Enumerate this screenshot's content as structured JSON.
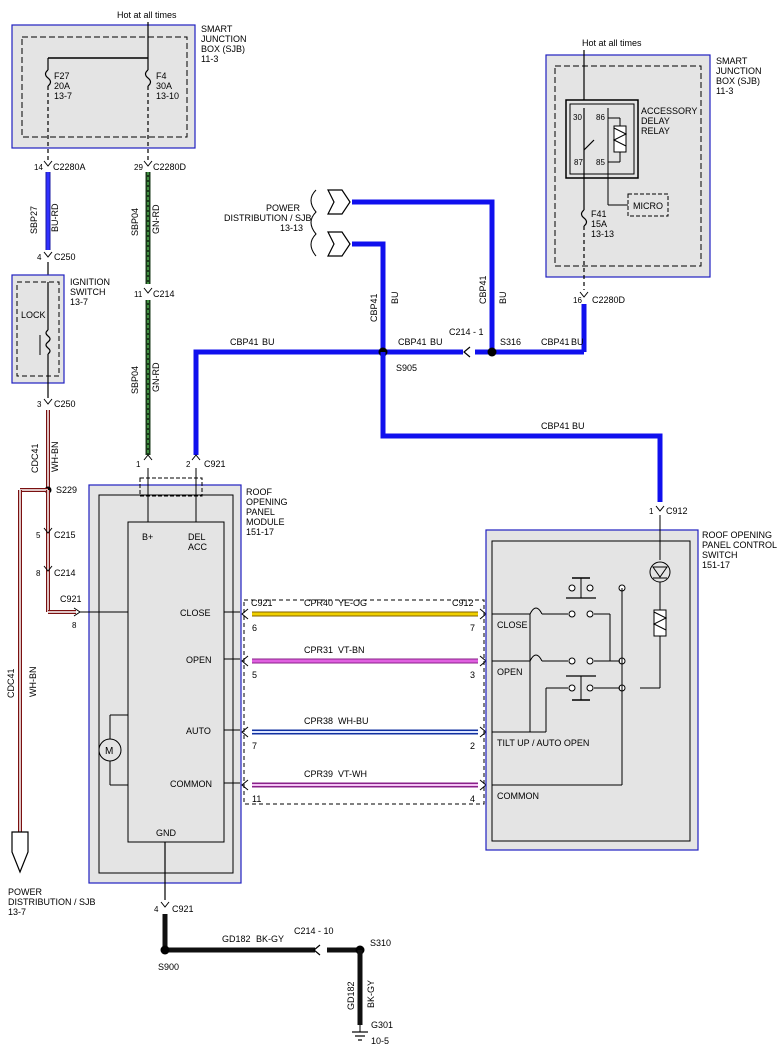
{
  "hot_at_all_times": "Hot at all times",
  "sjb_left": {
    "name_1": "SMART",
    "name_2": "JUNCTION",
    "name_3": "BOX (SJB)",
    "ref": "11-3",
    "fuse_a": {
      "id": "F27",
      "amps": "20A",
      "ref": "13-7"
    },
    "fuse_b": {
      "id": "F4",
      "amps": "30A",
      "ref": "13-10"
    }
  },
  "sjb_right": {
    "name_1": "SMART",
    "name_2": "JUNCTION",
    "name_3": "BOX (SJB)",
    "ref": "11-3",
    "relay_1": "ACCESSORY",
    "relay_2": "DELAY",
    "relay_3": "RELAY",
    "pin_30": "30",
    "pin_86": "86",
    "pin_87": "87",
    "pin_85": "85",
    "micro": "MICRO",
    "fuse": {
      "id": "F41",
      "amps": "15A",
      "ref": "13-13"
    }
  },
  "connectors": {
    "c2280a_pin": "14",
    "c2280a": "C2280A",
    "c2280d_pin": "29",
    "c2280d": "C2280D",
    "c250_top_pin": "4",
    "c250": "C250",
    "c250_bot_pin": "3",
    "c214_pin": "11",
    "c214": "C214",
    "c2280d_r_pin": "16",
    "c214_1": "C214 - 1",
    "c921_pin1": "1",
    "c921_pin2": "2",
    "c921": "C921",
    "c912_pin": "1",
    "c912": "C912",
    "c215_pin": "5",
    "c215": "C215",
    "c214_b_pin": "8",
    "c921_close_pin": "8",
    "c921_gnd_pin": "4",
    "c214_10": "C214 - 10",
    "s229": "S229",
    "s905": "S905",
    "s316": "S316",
    "s310": "S310",
    "s900": "S900",
    "g301": "G301",
    "g301_ref": "10-5"
  },
  "wires": {
    "sbp27": "SBP27",
    "bu_rd": "BU-RD",
    "sbp04": "SBP04",
    "gn_rd": "GN-RD",
    "cdc41": "CDC41",
    "wh_bn": "WH-BN",
    "cbp41": "CBP41",
    "bu": "BU",
    "cpr40": "CPR40",
    "ye_og": "YE-OG",
    "cpr31": "CPR31",
    "vt_bn": "VT-BN",
    "cpr38": "CPR38",
    "wh_bu": "WH-BU",
    "cpr39": "CPR39",
    "vt_wh": "VT-WH",
    "gd182": "GD182",
    "bk_gy": "BK-GY"
  },
  "ignition": {
    "name_1": "IGNITION",
    "name_2": "SWITCH",
    "ref": "13-7",
    "lock": "LOCK"
  },
  "power_dist_top": {
    "name_1": "POWER",
    "name_2": "DISTRIBUTION / SJB",
    "ref": "13-13"
  },
  "power_dist_bottom": {
    "name_1": "POWER",
    "name_2": "DISTRIBUTION / SJB",
    "ref": "13-7"
  },
  "module": {
    "name_1": "ROOF",
    "name_2": "OPENING",
    "name_3": "PANEL",
    "name_4": "MODULE",
    "ref": "151-17",
    "b_plus": "B+",
    "del": "DEL",
    "acc": "ACC",
    "close": "CLOSE",
    "open": "OPEN",
    "auto": "AUTO",
    "common": "COMMON",
    "gnd": "GND",
    "motor": "M",
    "pin_close": "6",
    "pin_open": "5",
    "pin_auto": "7",
    "pin_common": "11"
  },
  "switch": {
    "name_1": "ROOF OPENING",
    "name_2": "PANEL CONTROL",
    "name_3": "SWITCH",
    "ref": "151-17",
    "close": "CLOSE",
    "open": "OPEN",
    "tilt": "TILT UP / AUTO OPEN",
    "common": "COMMON",
    "pin_close": "7",
    "pin_open": "3",
    "pin_auto": "2",
    "pin_common": "4"
  },
  "colors": {
    "blue": "#1010ee",
    "green": "#2f6e2f",
    "red": "#7a1010",
    "yellow": "#f0d000",
    "violet": "#e060e0",
    "white_blue": "#3a6ee8",
    "black": "#101010",
    "box_fill": "#e4e4e4",
    "box_border": "#2020c0"
  }
}
